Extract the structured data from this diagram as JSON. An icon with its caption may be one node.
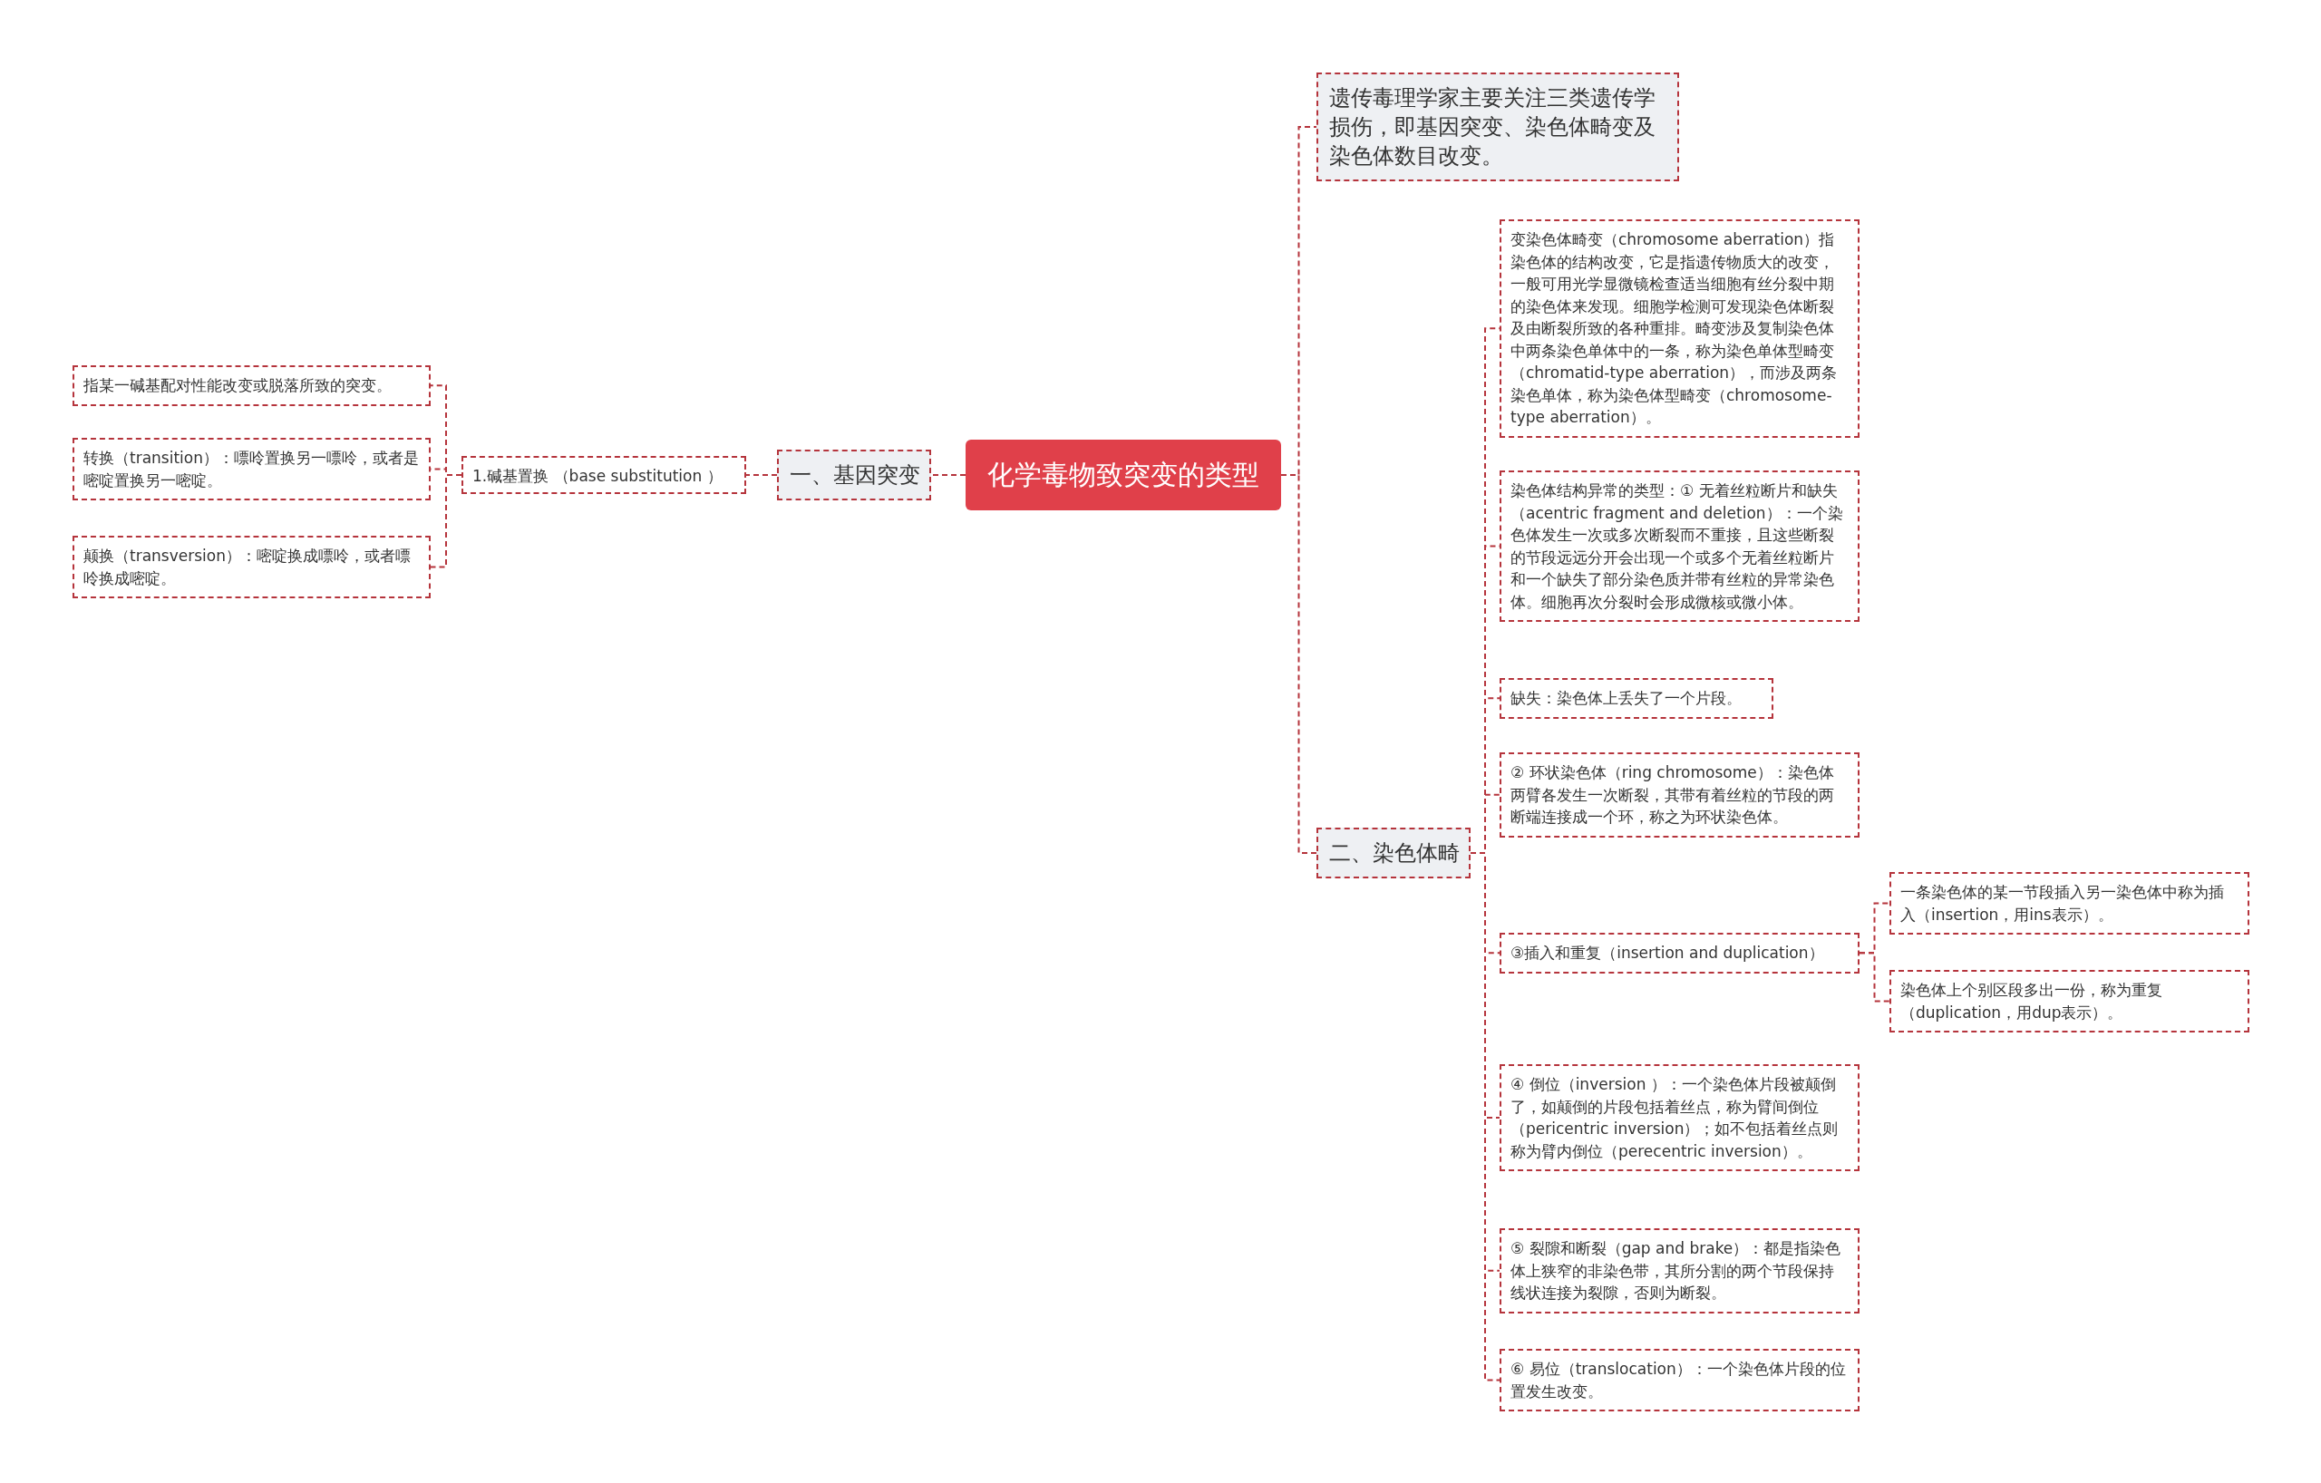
{
  "diagram": {
    "nodes": [
      {
        "text": [
          "化学毒物致突变的类型"
        ]
      },
      {
        "text": [
          "一、基因突变"
        ]
      },
      {
        "text": [
          "1.碱基置换 （base substitution ）"
        ]
      },
      {
        "text": [
          "指某一碱基配对性能改变或脱落所致的突变。"
        ]
      },
      {
        "text": [
          "转换（transition）：嘌呤置换另一嘌呤，或者是嘧啶置换另一嘧啶。"
        ]
      },
      {
        "text": [
          "颠换（transversion）：嘧啶换成嘌呤，或者嘌呤换成嘧啶。"
        ]
      },
      {
        "text": [
          "遗传毒理学家主要关注三类遗传学损伤，即基因突变、染色体畸变及染色体数目改变。"
        ]
      },
      {
        "text": [
          "二、染色体畸"
        ]
      },
      {
        "text": [
          "变染色体畸变（chromosome aberration）指染色体的结构改变，它是指遗传物质大的改变，一般可用光学显微镜检查适当细胞有丝分裂中期的染色体来发现。细胞学检测可发现染色体断裂及由断裂所致的各种重排。畸变涉及复制染色体中两条染色单体中的一条，称为染色单体型畸变（chromatid-type aberration），而涉及两条染色单体，称为染色体型畸变（chromosome-type aberration）。"
        ]
      },
      {
        "text": [
          "染色体结构异常的类型：① 无着丝粒断片和缺失（acentric fragment and deletion）：一个染色体发生一次或多次断裂而不重接，且这些断裂的节段远远分开会出现一个或多个无着丝粒断片和一个缺失了部分染色质并带有丝粒的异常染色体。细胞再次分裂时会形成微核或微小体。"
        ]
      },
      {
        "text": [
          "缺失：染色体上丢失了一个片段。"
        ]
      },
      {
        "text": [
          "② 环状染色体（ring chromosome）：染色体两臂各发生一次断裂，其带有着丝粒的节段的两断端连接成一个环，称之为环状染色体。"
        ]
      },
      {
        "text": [
          "③插入和重复（insertion and duplication）"
        ]
      },
      {
        "text": [
          "一条染色体的某一节段插入另一染色体中称为插入（insertion，用ins表示）。"
        ]
      },
      {
        "text": [
          "染色体上个别区段多出一份，称为重复（duplication，用dup表示）。"
        ]
      },
      {
        "text": [
          "④ 倒位（inversion ）：一个染色体片段被颠倒了，如颠倒的片段包括着丝点，称为臂间倒位（pericentric inversion）；如不包括着丝点则称为臂内倒位（perecentric inversion）。"
        ]
      },
      {
        "text": [
          "⑤ 裂隙和断裂（gap and brake）：都是指染色体上狭窄的非染色带，其所分割的两个节段保持线状连接为裂隙，否则为断裂。"
        ]
      },
      {
        "text": [
          "⑥ 易位（translocation）：一个染色体片段的位置发生改变。"
        ]
      }
    ],
    "edges": [
      {
        "from": 0,
        "to": 1,
        "arrow": "none"
      },
      {
        "from": 1,
        "to": 2,
        "arrow": "none"
      },
      {
        "from": 2,
        "to": 3,
        "arrow": "none"
      },
      {
        "from": 2,
        "to": 4,
        "arrow": "none"
      },
      {
        "from": 2,
        "to": 5,
        "arrow": "none"
      },
      {
        "from": 0,
        "to": 6,
        "arrow": "none"
      },
      {
        "from": 0,
        "to": 7,
        "arrow": "none"
      },
      {
        "from": 7,
        "to": 8,
        "arrow": "none"
      },
      {
        "from": 7,
        "to": 9,
        "arrow": "none"
      },
      {
        "from": 7,
        "to": 10,
        "arrow": "none"
      },
      {
        "from": 7,
        "to": 11,
        "arrow": "none"
      },
      {
        "from": 7,
        "to": 12,
        "arrow": "none"
      },
      {
        "from": 12,
        "to": 13,
        "arrow": "none"
      },
      {
        "from": 12,
        "to": 14,
        "arrow": "none"
      },
      {
        "from": 7,
        "to": 15,
        "arrow": "none"
      },
      {
        "from": 7,
        "to": 16,
        "arrow": "none"
      },
      {
        "from": 7,
        "to": 17,
        "arrow": "none"
      }
    ]
  }
}
